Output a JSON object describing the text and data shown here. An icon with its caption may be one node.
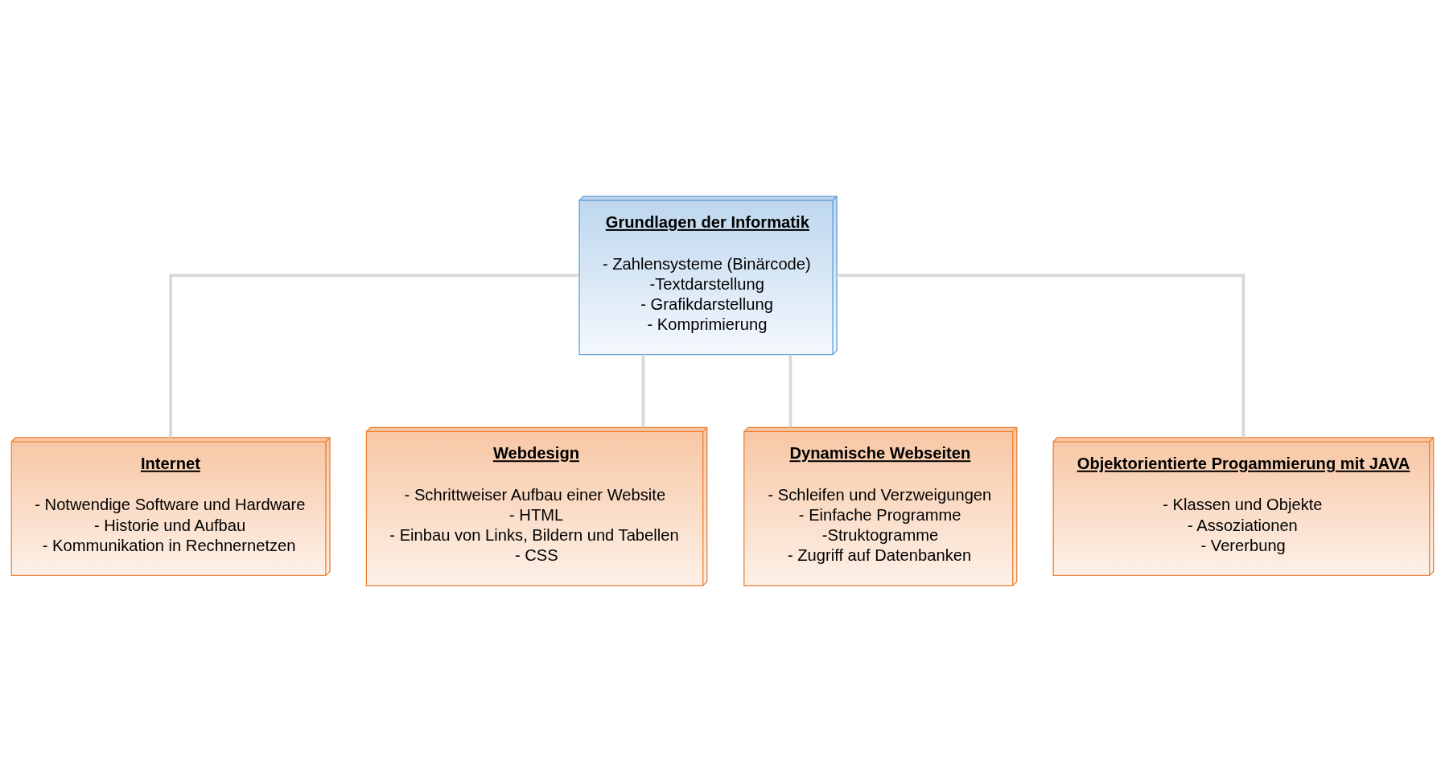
{
  "diagram": {
    "nodes": [
      {
        "text": [
          "Grundlagen der Informatik",
          "- Zahlensysteme (Binärcode)",
          "-Textdarstellung",
          "- Grafikdarstellung",
          "- Komprimierung"
        ]
      },
      {
        "text": [
          "Internet",
          "- Notwendige Software und Hardware",
          "- Historie und Aufbau",
          "- Kommunikation in Rechnernetzen"
        ]
      },
      {
        "text": [
          "Webdesign",
          "- Schrittweiser Aufbau einer Website",
          "- HTML",
          "- Einbau von Links, Bildern und Tabellen",
          "- CSS"
        ]
      },
      {
        "text": [
          "Dynamische Webseiten",
          "- Schleifen und Verzweigungen",
          "- Einfache Programme",
          "-Struktogramme",
          "- Zugriff auf Datenbanken"
        ]
      },
      {
        "text": [
          "Objektorientierte Progammierung mit JAVA",
          "- Klassen und Objekte",
          "- Assoziationen",
          "- Vererbung"
        ]
      }
    ],
    "edges": [
      {
        "from": 0,
        "to": 1,
        "arrow": "none"
      },
      {
        "from": 0,
        "to": 2,
        "arrow": "none"
      },
      {
        "from": 0,
        "to": 3,
        "arrow": "none"
      },
      {
        "from": 0,
        "to": 4,
        "arrow": "none"
      }
    ]
  }
}
